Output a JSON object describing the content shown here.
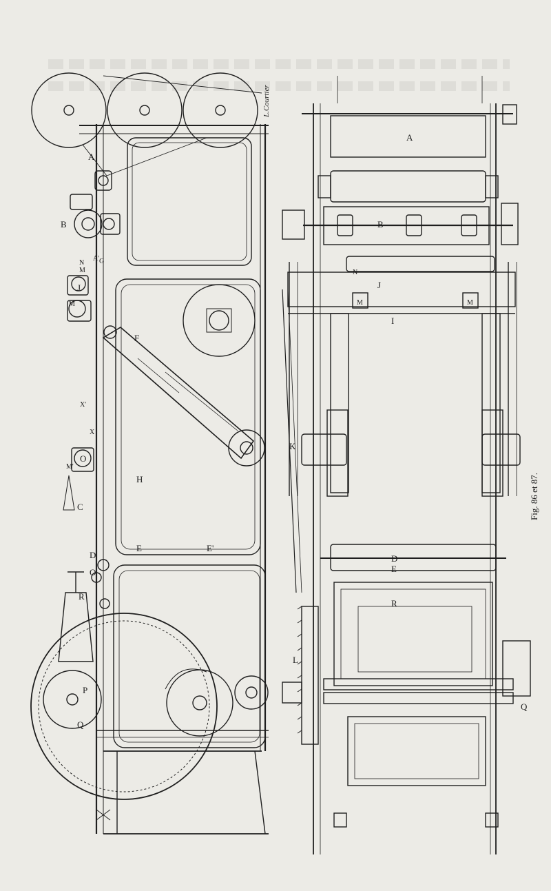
{
  "figure": {
    "caption": "Fig. 86 et 87.",
    "engraver_signature": "L.Courtier"
  },
  "side_view_labels": {
    "A": "A",
    "B": "B",
    "N": "N",
    "M": "M",
    "A_prime": "A'",
    "G": "G",
    "J": "J",
    "M_lower": "M",
    "F": "F",
    "X": "X",
    "X_prime": "X'",
    "M_prime": "M'",
    "O": "O",
    "C": "C",
    "H": "H",
    "D": "D",
    "E": "E",
    "E_prime": "E'",
    "O_prime": "O",
    "R": "R",
    "Q": "Q",
    "P": "P"
  },
  "plan_view_labels": {
    "A": "A",
    "B": "B",
    "N": "N",
    "J": "J",
    "M_left": "M",
    "M_right": "M",
    "I": "I",
    "K": "K",
    "D": "D",
    "E": "E",
    "R": "R",
    "L": "L",
    "Q": "Q"
  }
}
